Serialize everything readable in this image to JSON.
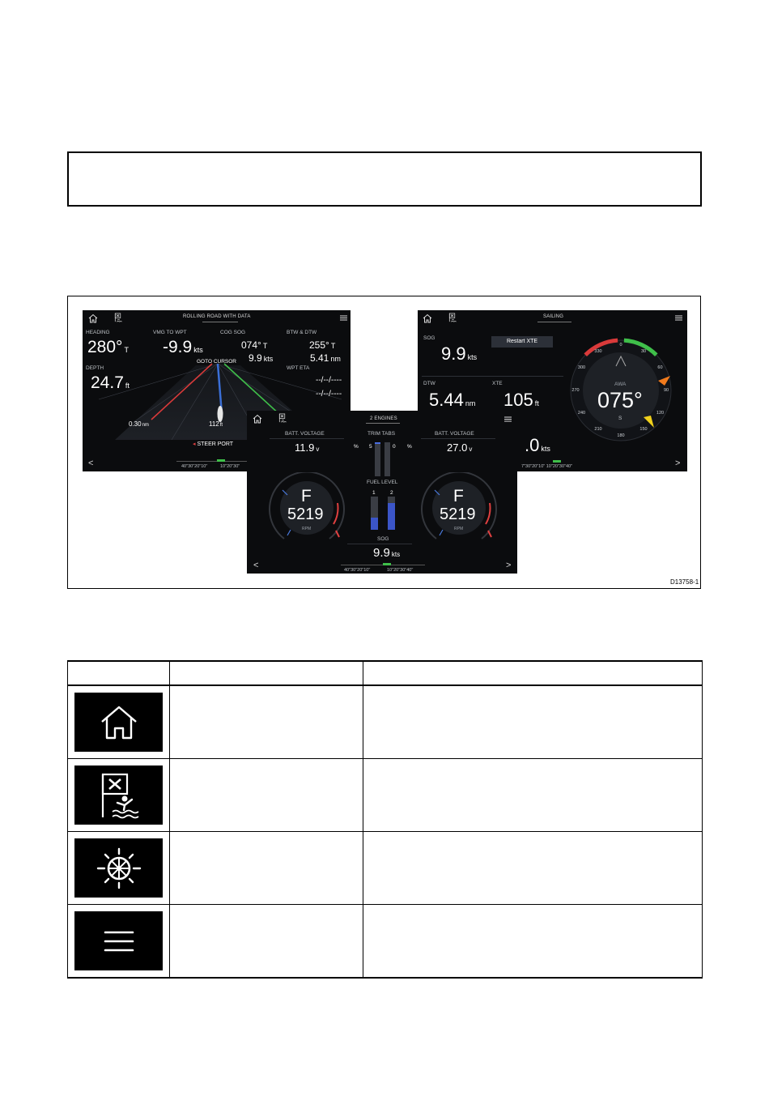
{
  "figure": {
    "id": "D13758-1"
  },
  "screens": {
    "rolling_road": {
      "title": "ROLLING ROAD WITH DATA",
      "heading_label": "HEADING",
      "heading_value": "280°",
      "heading_unit": "T",
      "vmg_label": "VMG TO WPT",
      "vmg_value": "-9.9",
      "vmg_unit": "kts",
      "cogsog_label": "COG SOG",
      "cog_value": "074°",
      "cog_unit": "T",
      "sog_value": "9.9",
      "sog_unit": "kts",
      "btwdtw_label": "BTW & DTW",
      "btw_value": "255°",
      "btw_unit": "T",
      "dtw_value": "5.41",
      "dtw_unit": "nm",
      "goto_label": "GOTO CURSOR",
      "depth_label": "DEPTH",
      "depth_value": "24.7",
      "depth_unit": "ft",
      "wpteta_label": "WPT ETA",
      "eta_line1": "--/--/----",
      "eta_line2": "--/--/----",
      "dist_left": "0.30",
      "dist_left_unit": "nm",
      "dist_right": "112",
      "dist_right_unit": "ft",
      "steer_label": "STEER PORT",
      "xte_scale_left": "40\"30\"20\"10\"",
      "xte_scale_right": "10\"20\"30\"",
      "nav_prev": "<"
    },
    "sailing": {
      "title": "SAILING",
      "sog_label": "SOG",
      "sog_value": "9.9",
      "sog_unit": "kts",
      "restart_label": "Restart XTE",
      "dtw_label": "DTW",
      "dtw_value": "5.44",
      "dtw_unit": "nm",
      "xte_label": "XTE",
      "xte_value": "105",
      "xte_unit": "ft",
      "partial_value": ".0",
      "partial_unit": "kts",
      "awa_label": "AWA",
      "awa_value": "075°",
      "awa_side": "S",
      "compass_ticks": [
        "0",
        "30",
        "60",
        "90",
        "120",
        "150",
        "180",
        "210",
        "240",
        "270",
        "300",
        "330"
      ],
      "xte_scale": "7\"30\"20\"10\"      10\"20\"30\"40\"",
      "nav_next": ">"
    },
    "engines": {
      "title": "2 ENGINES",
      "batt_left_label": "BATT. VOLTAGE",
      "batt_left_value": "11.9",
      "batt_left_unit": "v",
      "trim_label": "TRIM TABS",
      "trim_left_unit": "%",
      "trim_left_value": "5",
      "trim_right_value": "0",
      "trim_right_unit": "%",
      "batt_right_label": "BATT. VOLTAGE",
      "batt_right_value": "27.0",
      "batt_right_unit": "v",
      "fuel_label": "FUEL LEVEL",
      "fuel_tank1": "1",
      "fuel_tank2": "2",
      "rpm_left_value": "5219",
      "rpm_left_letter": "F",
      "rpm_unit": "RPM",
      "rpm_right_value": "5219",
      "rpm_right_letter": "F",
      "sog_label": "SOG",
      "sog_value": "9.9",
      "sog_unit": "kts",
      "xte_scale_left": "40\"30\"20\"10\"",
      "xte_scale_right": "10\"20\"30\"40\"",
      "nav_prev": "<",
      "nav_next": ">"
    }
  },
  "table": {
    "rows": [
      {
        "icon": "home-icon"
      },
      {
        "icon": "mob-icon"
      },
      {
        "icon": "helm-icon"
      },
      {
        "icon": "menu-icon"
      }
    ]
  }
}
